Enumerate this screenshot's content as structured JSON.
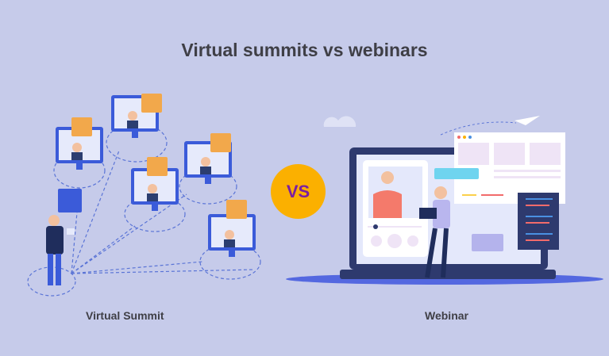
{
  "title": "Virtual summits vs webinars",
  "vs_badge": "VS",
  "left_label": "Virtual Summit",
  "right_label": "Webinar",
  "colors": {
    "background": "#c6cbea",
    "badge": "#fbb000",
    "badge_text": "#7b1fa2",
    "bubble": "#f2a84b",
    "monitor": "#3b5bd9"
  }
}
